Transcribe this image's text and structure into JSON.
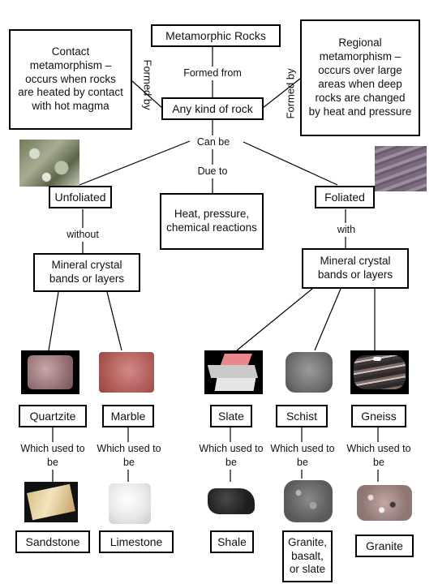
{
  "nodes": {
    "root": "Metamorphic Rocks",
    "any_rock": "Any kind of rock",
    "contact": "Contact metamorphism – occurs when rocks are heated by contact with hot magma",
    "regional": "Regional metamorphism – occurs over large areas when deep rocks are changed by heat and pressure",
    "unfoliated": "Unfoliated",
    "foliated": "Foliated",
    "heat": "Heat, pressure, chemical reactions",
    "mineral_left": "Mineral crystal bands or layers",
    "mineral_right": "Mineral crystal bands or layers",
    "quartzite": "Quartzite",
    "marble": "Marble",
    "slate": "Slate",
    "schist": "Schist",
    "gneiss": "Gneiss",
    "sandstone": "Sandstone",
    "limestone": "Limestone",
    "shale": "Shale",
    "granite_basalt_slate": "Granite, basalt, or slate",
    "granite": "Granite"
  },
  "links": {
    "formed_from": "Formed from",
    "formed_by_left": "Formed by",
    "formed_by_right": "Formed by",
    "can_be": "Can be",
    "due_to": "Due to",
    "without": "without",
    "with": "with",
    "which_used_to_be": "Which used to be"
  },
  "colors": {
    "line": "#000000",
    "box_border": "#000000"
  }
}
